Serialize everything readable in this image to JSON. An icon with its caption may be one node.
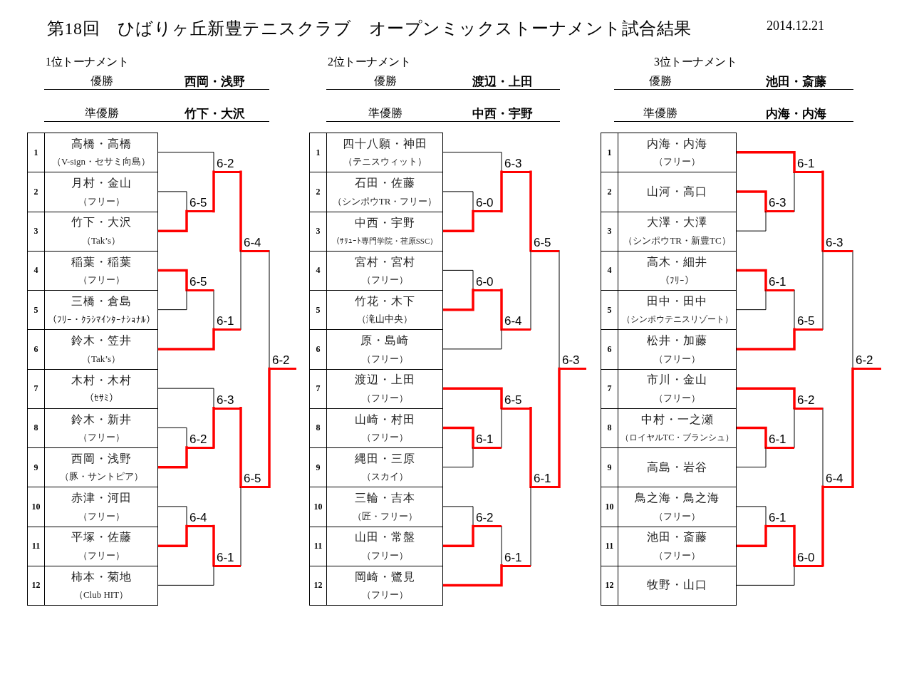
{
  "diagram": {
    "title": "第18回　ひばりヶ丘新豊テニスクラブ　オープンミックストーナメント試合結果",
    "nodes": [
      {
        "text": [
          "高橋・高橋",
          "（V-sign・セサミ向島）"
        ],
        "beside": [
          "1"
        ]
      },
      {
        "text": [
          "月村・金山",
          "（フリー）"
        ],
        "beside": [
          "2"
        ]
      },
      {
        "text": [
          "竹下・大沢",
          "（Tak’s）"
        ],
        "beside": [
          "3"
        ]
      },
      {
        "text": [
          "稲葉・稲葉",
          "（フリー）"
        ],
        "beside": [
          "4"
        ]
      },
      {
        "text": [
          "三橋・倉島",
          "（ﾌﾘｰ・ｸﾗｼﾏｲﾝﾀｰﾅｼｮﾅﾙ）"
        ],
        "beside": [
          "5"
        ]
      },
      {
        "text": [
          "鈴木・笠井",
          "（Tak’s）"
        ],
        "beside": [
          "6"
        ]
      },
      {
        "text": [
          "木村・木村",
          "（ｾｻﾐ）"
        ],
        "beside": [
          "7"
        ]
      },
      {
        "text": [
          "鈴木・新井",
          "（フリー）"
        ],
        "beside": [
          "8"
        ]
      },
      {
        "text": [
          "西岡・浅野",
          "（豚・サントピア）"
        ],
        "beside": [
          "9"
        ]
      },
      {
        "text": [
          "赤津・河田",
          "（フリー）"
        ],
        "beside": [
          "10"
        ]
      },
      {
        "text": [
          "平塚・佐藤",
          "（フリー）"
        ],
        "beside": [
          "11"
        ]
      },
      {
        "text": [
          "柿本・菊地",
          "（Club HIT）"
        ],
        "beside": [
          "12"
        ]
      },
      {
        "text": [
          "6-2"
        ]
      },
      {
        "text": [
          "6-5"
        ]
      },
      {
        "text": [
          "6-4"
        ]
      },
      {
        "text": [
          "6-5"
        ]
      },
      {
        "text": [
          "6-1"
        ]
      },
      {
        "text": [
          "6-2"
        ]
      },
      {
        "text": [
          "6-3"
        ]
      },
      {
        "text": [
          "6-2"
        ]
      },
      {
        "text": [
          "6-5"
        ]
      },
      {
        "text": [
          "6-4"
        ]
      },
      {
        "text": [
          "6-1"
        ]
      },
      {
        "text": [
          "四十八願・神田",
          "（テニスウィット）"
        ],
        "beside": [
          "1"
        ]
      },
      {
        "text": [
          "石田・佐藤",
          "（シンポウTR・フリー）"
        ],
        "beside": [
          "2"
        ]
      },
      {
        "text": [
          "中西・宇野",
          "（ｻﾘｭｰﾄ専門学院・荏原SSC）"
        ],
        "beside": [
          "3"
        ]
      },
      {
        "text": [
          "宮村・宮村",
          "（フリー）"
        ],
        "beside": [
          "4"
        ]
      },
      {
        "text": [
          "竹花・木下",
          "（滝山中央）"
        ],
        "beside": [
          "5"
        ]
      },
      {
        "text": [
          "原・島崎",
          "（フリー）"
        ],
        "beside": [
          "6"
        ]
      },
      {
        "text": [
          "渡辺・上田",
          "（フリー）"
        ],
        "beside": [
          "7"
        ]
      },
      {
        "text": [
          "山崎・村田",
          "（フリー）"
        ],
        "beside": [
          "8"
        ]
      },
      {
        "text": [
          "縄田・三原",
          "（スカイ）"
        ],
        "beside": [
          "9"
        ]
      },
      {
        "text": [
          "三輪・吉本",
          "（匠・フリー）"
        ],
        "beside": [
          "10"
        ]
      },
      {
        "text": [
          "山田・常盤",
          "（フリー）"
        ],
        "beside": [
          "11"
        ]
      },
      {
        "text": [
          "岡崎・鷺見",
          "（フリー）"
        ],
        "beside": [
          "12"
        ]
      },
      {
        "text": [
          "6-3"
        ]
      },
      {
        "text": [
          "6-0"
        ]
      },
      {
        "text": [
          "6-5"
        ]
      },
      {
        "text": [
          "6-0"
        ]
      },
      {
        "text": [
          "6-4"
        ]
      },
      {
        "text": [
          "6-3"
        ]
      },
      {
        "text": [
          "6-5"
        ]
      },
      {
        "text": [
          "6-1"
        ]
      },
      {
        "text": [
          "6-1"
        ]
      },
      {
        "text": [
          "6-2"
        ]
      },
      {
        "text": [
          "6-1"
        ]
      },
      {
        "text": [
          "内海・内海",
          "（フリー）"
        ],
        "beside": [
          "1"
        ]
      },
      {
        "text": [
          "山河・高口"
        ],
        "beside": [
          "2"
        ]
      },
      {
        "text": [
          "大澤・大澤",
          "（シンポウTR・新豊TC）"
        ],
        "beside": [
          "3"
        ]
      },
      {
        "text": [
          "高木・細井",
          "（ﾌﾘｰ）"
        ],
        "beside": [
          "4"
        ]
      },
      {
        "text": [
          "田中・田中",
          "（シンポウテニスリゾート）"
        ],
        "beside": [
          "5"
        ]
      },
      {
        "text": [
          "松井・加藤",
          "（フリー）"
        ],
        "beside": [
          "6"
        ]
      },
      {
        "text": [
          "市川・金山",
          "（フリー）"
        ],
        "beside": [
          "7"
        ]
      },
      {
        "text": [
          "中村・一之瀬",
          "（ロイヤルTC・ブランシュ）"
        ],
        "beside": [
          "8"
        ]
      },
      {
        "text": [
          "高島・岩谷"
        ],
        "beside": [
          "9"
        ]
      },
      {
        "text": [
          "鳥之海・鳥之海",
          "（フリー）"
        ],
        "beside": [
          "10"
        ]
      },
      {
        "text": [
          "池田・斎藤",
          "（フリー）"
        ],
        "beside": [
          "11"
        ]
      },
      {
        "text": [
          "牧野・山口"
        ],
        "beside": [
          "12"
        ]
      },
      {
        "text": [
          "6-1"
        ]
      },
      {
        "text": [
          "6-3"
        ]
      },
      {
        "text": [
          "6-3"
        ]
      },
      {
        "text": [
          "6-1"
        ]
      },
      {
        "text": [
          "6-5"
        ]
      },
      {
        "text": [
          "6-2"
        ]
      },
      {
        "text": [
          "6-2"
        ]
      },
      {
        "text": [
          "6-1"
        ]
      },
      {
        "text": [
          "6-4"
        ]
      },
      {
        "text": [
          "6-1"
        ]
      },
      {
        "text": [
          "6-0"
        ]
      }
    ],
    "edges": [
      {
        "from": 0,
        "to": 12,
        "arrow": "none",
        "color": "#000000"
      },
      {
        "from": 13,
        "to": 12,
        "arrow": "none",
        "style": "thick",
        "color": "#ff0000"
      },
      {
        "from": 1,
        "to": 13,
        "arrow": "none",
        "color": "#000000"
      },
      {
        "from": 2,
        "to": 13,
        "arrow": "none",
        "style": "thick",
        "color": "#ff0000"
      },
      {
        "from": 12,
        "to": 14,
        "arrow": "none",
        "style": "thick",
        "color": "#ff0000"
      },
      {
        "from": 16,
        "to": 14,
        "arrow": "none",
        "color": "#000000"
      },
      {
        "from": 3,
        "to": 15,
        "arrow": "none",
        "style": "thick",
        "color": "#ff0000"
      },
      {
        "from": 4,
        "to": 15,
        "arrow": "none",
        "color": "#000000"
      },
      {
        "from": 15,
        "to": 16,
        "arrow": "none",
        "color": "#000000"
      },
      {
        "from": 5,
        "to": 16,
        "arrow": "none",
        "style": "thick",
        "color": "#ff0000"
      },
      {
        "from": 14,
        "to": 17,
        "arrow": "none",
        "color": "#000000"
      },
      {
        "from": 20,
        "to": 17,
        "arrow": "none",
        "style": "thick",
        "color": "#ff0000"
      },
      {
        "from": 6,
        "to": 18,
        "arrow": "none",
        "color": "#000000"
      },
      {
        "from": 19,
        "to": 18,
        "arrow": "none",
        "style": "thick",
        "color": "#ff0000"
      },
      {
        "from": 7,
        "to": 19,
        "arrow": "none",
        "color": "#000000"
      },
      {
        "from": 8,
        "to": 19,
        "arrow": "none",
        "style": "thick",
        "color": "#ff0000"
      },
      {
        "from": 18,
        "to": 20,
        "arrow": "none",
        "style": "thick",
        "color": "#ff0000"
      },
      {
        "from": 22,
        "to": 20,
        "arrow": "none",
        "color": "#000000"
      },
      {
        "from": 9,
        "to": 21,
        "arrow": "none",
        "color": "#000000"
      },
      {
        "from": 10,
        "to": 21,
        "arrow": "none",
        "style": "thick",
        "color": "#ff0000"
      },
      {
        "from": 21,
        "to": 22,
        "arrow": "none",
        "style": "thick",
        "color": "#ff0000"
      },
      {
        "from": 11,
        "to": 22,
        "arrow": "none",
        "color": "#000000"
      },
      {
        "from": 23,
        "to": 35,
        "arrow": "none",
        "color": "#000000"
      },
      {
        "from": 36,
        "to": 35,
        "arrow": "none",
        "style": "thick",
        "color": "#ff0000"
      },
      {
        "from": 24,
        "to": 36,
        "arrow": "none",
        "color": "#000000"
      },
      {
        "from": 25,
        "to": 36,
        "arrow": "none",
        "style": "thick",
        "color": "#ff0000"
      },
      {
        "from": 35,
        "to": 37,
        "arrow": "none",
        "style": "thick",
        "color": "#ff0000"
      },
      {
        "from": 39,
        "to": 37,
        "arrow": "none",
        "color": "#000000"
      },
      {
        "from": 26,
        "to": 38,
        "arrow": "none",
        "color": "#000000"
      },
      {
        "from": 27,
        "to": 38,
        "arrow": "none",
        "style": "thick",
        "color": "#ff0000"
      },
      {
        "from": 38,
        "to": 39,
        "arrow": "none",
        "style": "thick",
        "color": "#ff0000"
      },
      {
        "from": 28,
        "to": 39,
        "arrow": "none",
        "color": "#000000"
      },
      {
        "from": 37,
        "to": 40,
        "arrow": "none",
        "color": "#000000"
      },
      {
        "from": 43,
        "to": 40,
        "arrow": "none",
        "style": "thick",
        "color": "#ff0000"
      },
      {
        "from": 29,
        "to": 41,
        "arrow": "none",
        "style": "thick",
        "color": "#ff0000"
      },
      {
        "from": 42,
        "to": 41,
        "arrow": "none",
        "color": "#000000"
      },
      {
        "from": 30,
        "to": 42,
        "arrow": "none",
        "style": "thick",
        "color": "#ff0000"
      },
      {
        "from": 31,
        "to": 42,
        "arrow": "none",
        "color": "#000000"
      },
      {
        "from": 41,
        "to": 43,
        "arrow": "none",
        "style": "thick",
        "color": "#ff0000"
      },
      {
        "from": 45,
        "to": 43,
        "arrow": "none",
        "color": "#000000"
      },
      {
        "from": 32,
        "to": 44,
        "arrow": "none",
        "color": "#000000"
      },
      {
        "from": 33,
        "to": 44,
        "arrow": "none",
        "style": "thick",
        "color": "#ff0000"
      },
      {
        "from": 44,
        "to": 45,
        "arrow": "none",
        "color": "#000000"
      },
      {
        "from": 34,
        "to": 45,
        "arrow": "none",
        "style": "thick",
        "color": "#ff0000"
      },
      {
        "from": 46,
        "to": 58,
        "arrow": "none",
        "style": "thick",
        "color": "#ff0000"
      },
      {
        "from": 59,
        "to": 58,
        "arrow": "none",
        "color": "#000000"
      },
      {
        "from": 47,
        "to": 59,
        "arrow": "none",
        "style": "thick",
        "color": "#ff0000"
      },
      {
        "from": 48,
        "to": 59,
        "arrow": "none",
        "color": "#000000"
      },
      {
        "from": 58,
        "to": 60,
        "arrow": "none",
        "style": "thick",
        "color": "#ff0000"
      },
      {
        "from": 62,
        "to": 60,
        "arrow": "none",
        "color": "#000000"
      },
      {
        "from": 49,
        "to": 61,
        "arrow": "none",
        "style": "thick",
        "color": "#ff0000"
      },
      {
        "from": 50,
        "to": 61,
        "arrow": "none",
        "color": "#000000"
      },
      {
        "from": 61,
        "to": 62,
        "arrow": "none",
        "color": "#000000"
      },
      {
        "from": 51,
        "to": 62,
        "arrow": "none",
        "style": "thick",
        "color": "#ff0000"
      },
      {
        "from": 60,
        "to": 63,
        "arrow": "none",
        "color": "#000000"
      },
      {
        "from": 66,
        "to": 63,
        "arrow": "none",
        "style": "thick",
        "color": "#ff0000"
      },
      {
        "from": 52,
        "to": 64,
        "arrow": "none",
        "style": "thick",
        "color": "#ff0000"
      },
      {
        "from": 65,
        "to": 64,
        "arrow": "none",
        "color": "#000000"
      },
      {
        "from": 53,
        "to": 65,
        "arrow": "none",
        "style": "thick",
        "color": "#ff0000"
      },
      {
        "from": 54,
        "to": 65,
        "arrow": "none",
        "color": "#000000"
      },
      {
        "from": 64,
        "to": 66,
        "arrow": "none",
        "color": "#000000"
      },
      {
        "from": 68,
        "to": 66,
        "arrow": "none",
        "style": "thick",
        "color": "#ff0000"
      },
      {
        "from": 55,
        "to": 67,
        "arrow": "none",
        "color": "#000000"
      },
      {
        "from": 56,
        "to": 67,
        "arrow": "none",
        "style": "thick",
        "color": "#ff0000"
      },
      {
        "from": 67,
        "to": 68,
        "arrow": "none",
        "style": "thick",
        "color": "#ff0000"
      },
      {
        "from": 57,
        "to": 68,
        "arrow": "none",
        "color": "#000000"
      }
    ],
    "labels": [
      "2014.12.21",
      "1位トーナメント",
      "優勝",
      "西岡・浅野",
      "準優勝",
      "竹下・大沢",
      "2位トーナメント",
      "優勝",
      "渡辺・上田",
      "準優勝",
      "中西・宇野",
      "3位トーナメント",
      "優勝",
      "池田・斎藤",
      "準優勝",
      "内海・内海"
    ]
  }
}
